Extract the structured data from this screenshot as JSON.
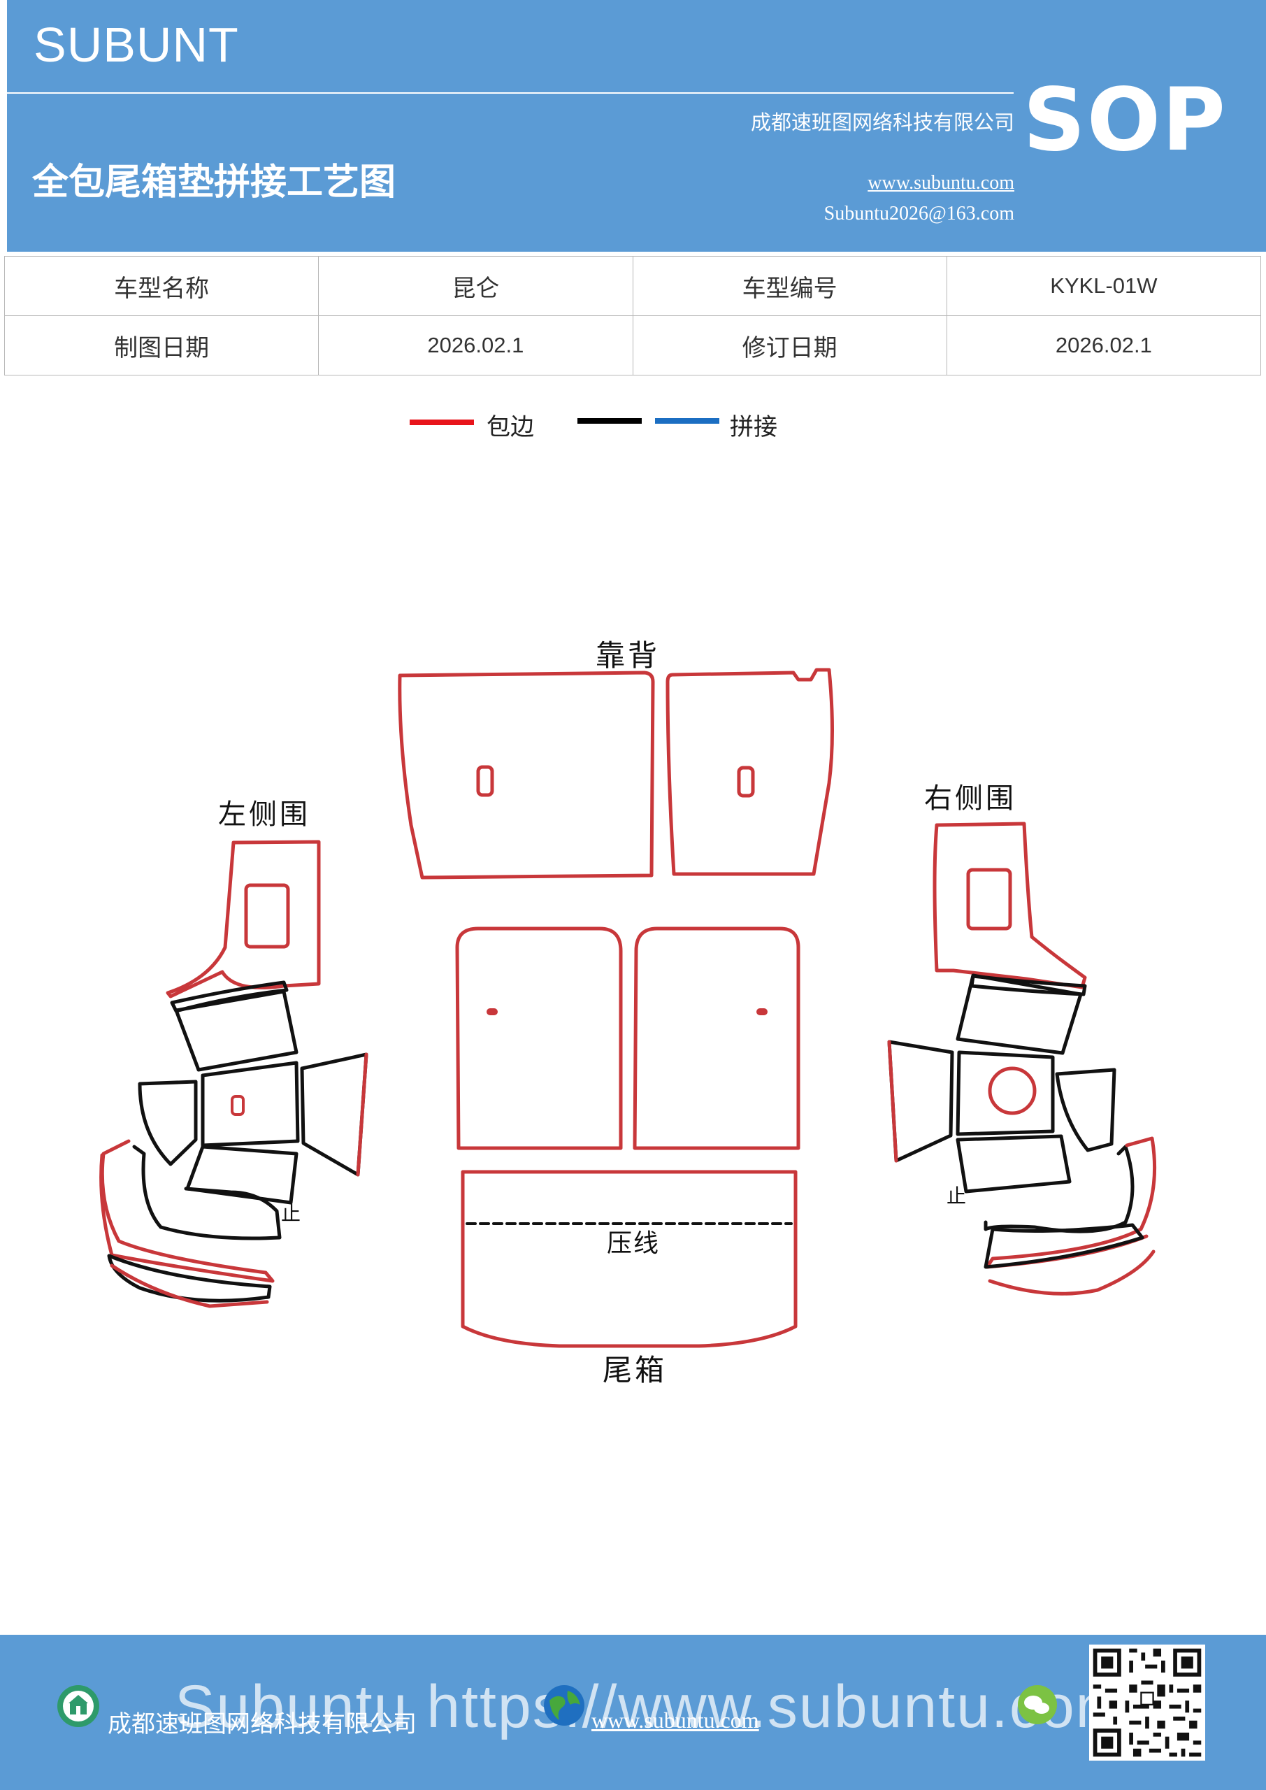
{
  "header": {
    "brand": "SUBUNT",
    "company": "成都速班图网络科技有限公司",
    "title": "全包尾箱垫拼接工艺图",
    "website": "www.subuntu.com",
    "email": "Subuntu2026@163.com",
    "sop": "SOP"
  },
  "info": {
    "model_name_label": "车型名称",
    "model_name": "昆仑",
    "model_code_label": "车型编号",
    "model_code": "KYKL-01W",
    "draw_date_label": "制图日期",
    "draw_date": "2026.02.1",
    "revise_date_label": "修订日期",
    "revise_date": "2026.02.1"
  },
  "legend": {
    "items": [
      {
        "label": "包边",
        "color": "#e8141b"
      },
      {
        "label": "",
        "color": "#000000"
      },
      {
        "label": "拼接",
        "color": "#1b6ec2"
      }
    ]
  },
  "diagram": {
    "backrest": "靠背",
    "left_side": "左侧围",
    "right_side": "右侧围",
    "press_line": "压线",
    "trunk": "尾箱",
    "mark_left": "止",
    "mark_right": "止",
    "colors": {
      "edge": "#c8373a",
      "seam": "#111111"
    }
  },
  "footer": {
    "company": "成都速班图网络科技有限公司",
    "website": "www.subuntu.com",
    "watermark": "Subuntu https://www.subuntu.com"
  }
}
